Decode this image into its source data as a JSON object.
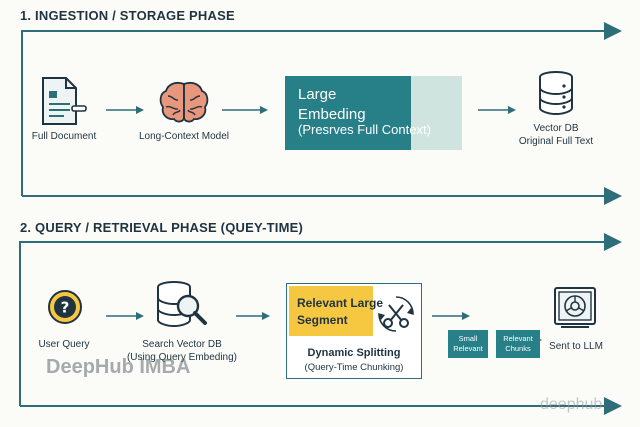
{
  "colors": {
    "teal": "#277f87",
    "dark": "#1f3440",
    "yellow": "#f6c842",
    "pale_teal": "#cfe4df",
    "brain": "#e8967c"
  },
  "ingestion": {
    "title": "1. INGESTION / STORAGE PHASE",
    "full_document": "Full Document",
    "model": "Long-Context Model",
    "embedding_line1": "Large",
    "embedding_line2": "Embeding",
    "embedding_line3": "(Presrves Full Context)",
    "vector_db_line1": "Vector DB",
    "vector_db_line2": "Original Full Text"
  },
  "query": {
    "title": "2. QUERY / RETRIEVAL PHASE (QUEY-TIME)",
    "user_query": "User Query",
    "search_line1": "Search Vector DB",
    "search_line2": "(Using Query Embeding)",
    "segment_line1": "Relevant Large",
    "segment_line2": "Segment",
    "splitting_title": "Dynamic Splitting",
    "splitting_sub": "(Query-Time Chunking)",
    "small_line1": "Small",
    "small_line2": "Relevant",
    "relevant_line1": "Relevant",
    "relevant_line2": "Chunks",
    "sent": "Sent to LLM"
  },
  "watermarks": {
    "main": "DeepHub IMBA",
    "corner": "deephub"
  },
  "icons": [
    "document-icon",
    "brain-icon",
    "database-icon",
    "question-icon",
    "database-search-icon",
    "scissors-icon",
    "llm-chip-icon",
    "arrow-icon"
  ]
}
